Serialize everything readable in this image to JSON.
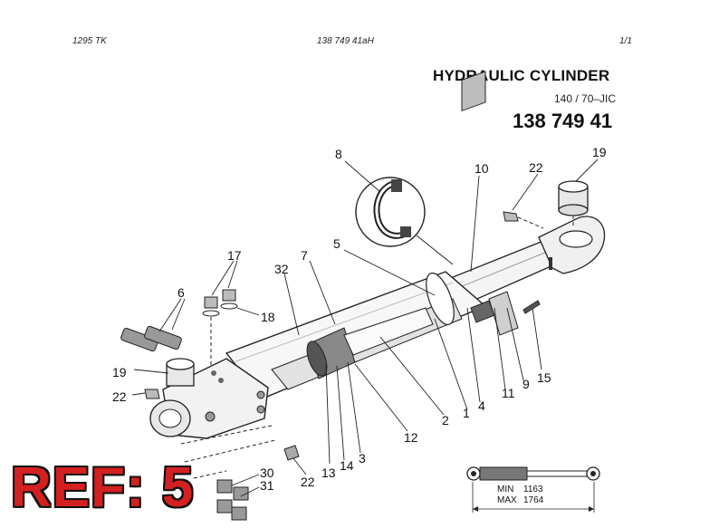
{
  "header": {
    "left": "1295 TK",
    "center": "138 749 41aH",
    "right": "1/1"
  },
  "title": "HYDRAULIC CYLINDER",
  "subtitle": "140 / 70–JIC",
  "part_number": "138 749 41",
  "ref_label": "REF: 5",
  "dimensions": {
    "min": "MIN",
    "min_value": "1163",
    "max": "MAX",
    "max_value": "1764"
  },
  "callouts": [
    "8",
    "10",
    "22",
    "19",
    "5",
    "17",
    "7",
    "32",
    "6",
    "18",
    "19",
    "22",
    "2",
    "1",
    "4",
    "11",
    "9",
    "15",
    "12",
    "13",
    "14",
    "3",
    "22",
    "30",
    "31"
  ]
}
